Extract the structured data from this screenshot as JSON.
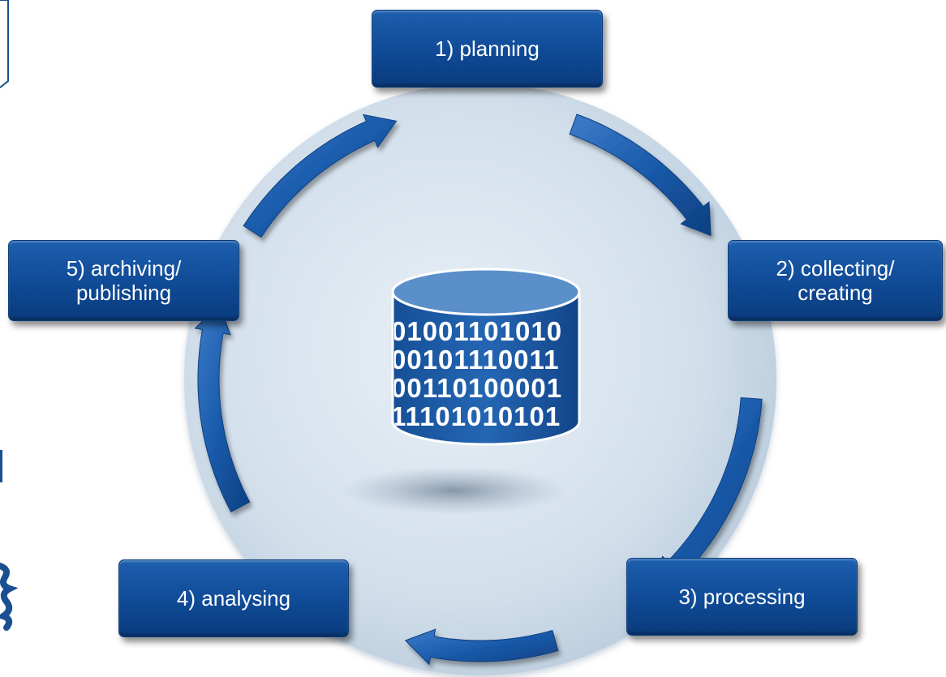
{
  "diagram": {
    "steps": [
      {
        "id": "planning",
        "label": "1) planning"
      },
      {
        "id": "collecting",
        "label": "2) collecting/\ncreating"
      },
      {
        "id": "processing",
        "label": "3) processing"
      },
      {
        "id": "analysing",
        "label": "4) analysing"
      },
      {
        "id": "archiving",
        "label": "5) archiving/\npublishing"
      }
    ],
    "database": {
      "binary_lines": [
        "01001101010",
        "00101110011",
        "00110100001",
        "11101010101"
      ]
    },
    "colors": {
      "box_blue": "#0f4a96",
      "arrow_blue": "#1a5bab",
      "circle_fill": "#d3e0ec",
      "cylinder_blue": "#1d5ca8",
      "cylinder_top": "#5a8dc8"
    }
  }
}
